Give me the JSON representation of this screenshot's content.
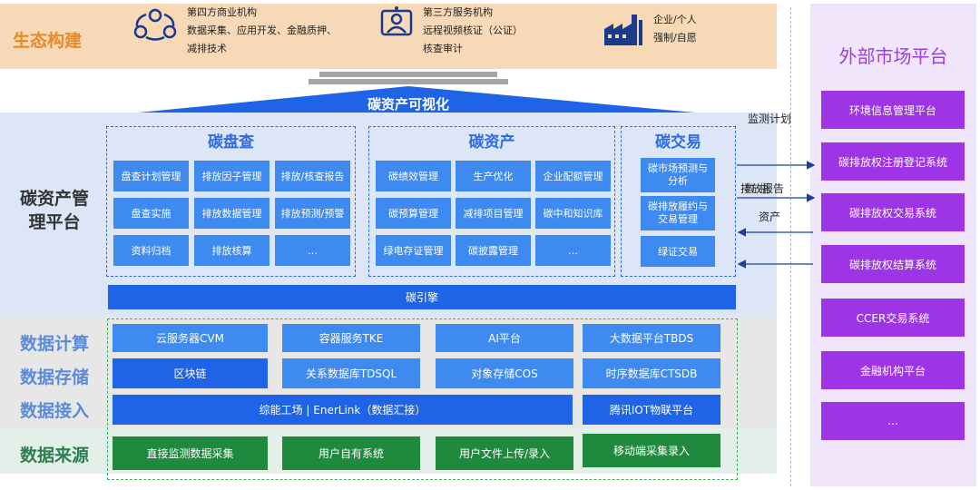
{
  "ecosystem": {
    "title": "生态构建",
    "groups": [
      {
        "icon": "people-network-icon",
        "lines": [
          "第四方商业机构",
          "数据采集、应用开发、金融质押、",
          "减排技术"
        ]
      },
      {
        "icon": "video-person-icon",
        "lines": [
          "第三方服务机构",
          "远程视频核证（公证）",
          "核查审计"
        ]
      },
      {
        "icon": "factory-icon",
        "lines": [
          "企业/个人",
          "强制/自愿"
        ]
      }
    ]
  },
  "visualization": {
    "title": "碳资产可视化"
  },
  "management": {
    "title_lines": [
      "碳资产管",
      "理平台"
    ],
    "sections": [
      {
        "title": "碳盘查",
        "cells": [
          "盘查计划管理",
          "排放因子管理",
          "排放/核查报告",
          "盘查实施",
          "排放数据管理",
          "排放预测/预警",
          "资料归档",
          "排放核算",
          "…"
        ]
      },
      {
        "title": "碳资产",
        "cells": [
          "碳绩效管理",
          "生产优化",
          "企业配额管理",
          "碳预算管理",
          "减排项目管理",
          "碳中和知识库",
          "绿电存证管理",
          "碳披露管理",
          "…"
        ]
      },
      {
        "title": "碳交易",
        "cells": [
          [
            "碳市场预测与",
            "分析"
          ],
          [
            "碳排放履约与",
            "交易管理"
          ],
          [
            "绿证交易"
          ]
        ]
      }
    ],
    "engine": "碳引擎"
  },
  "layers": {
    "titles": {
      "compute": "数据计算",
      "storage": "数据存储",
      "access": "数据接入",
      "source": "数据来源"
    },
    "compute": [
      "云服务器CVM",
      "容器服务TKE",
      "AI平台",
      "大数据平台TBDS"
    ],
    "storage": [
      "区块链",
      "关系数据库TDSQL",
      "对象存储COS",
      "时序数据库CTSDB"
    ],
    "access": [
      "综能工场 | EnerLink（数据汇接）",
      "腾讯IOT物联平台"
    ],
    "source": [
      "直接监测数据采集",
      "用户自有系统",
      "用户文件上传/录入",
      "移动端采集录入"
    ]
  },
  "external": {
    "title": "外部市场平台",
    "items": [
      "环境信息管理平台",
      "碳排放权注册登记系统",
      "碳排放权交易系统",
      "碳排放权结算系统",
      "CCER交易系统",
      "金融机构平台",
      "…"
    ]
  },
  "arrows": {
    "labels": [
      "监测计划",
      "排放报告",
      "资产"
    ],
    "overlap_label": "排放报告",
    "overlap_ghost": "数据"
  },
  "colors": {
    "orange": "#e8892a",
    "blue": "#2e6be6",
    "purple": "#9d35e6",
    "green": "#1f8a3e"
  }
}
